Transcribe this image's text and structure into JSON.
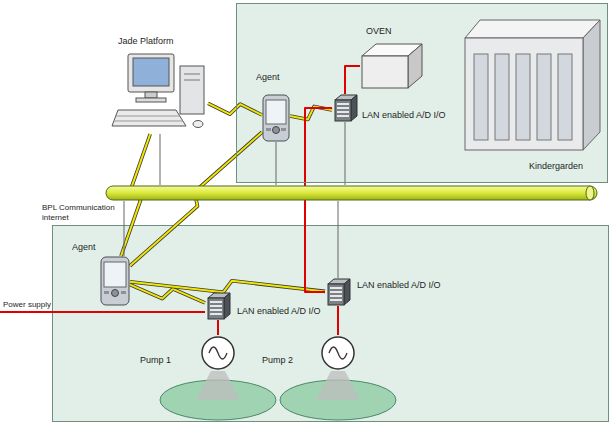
{
  "diagram": {
    "nodes": [
      {
        "text": [
          "Kindergarden"
        ]
      },
      {
        "text": [
          "OVEN"
        ],
        "in": 0
      },
      {
        "text": [
          "Agent"
        ],
        "in": 0
      },
      {
        "text": [
          "LAN enabled A/D I/O"
        ],
        "in": 0
      },
      {
        "text": [
          "Jade Platform"
        ]
      },
      {
        "text": [
          "BPL Communication internet"
        ]
      },
      {
        "text": [
          "Agent"
        ]
      },
      {
        "text": [
          "LAN enabled A/D I/O"
        ]
      },
      {
        "text": [
          "LAN enabled A/D I/O"
        ]
      },
      {
        "text": [
          "Pump 1"
        ]
      },
      {
        "text": [
          "Pump 2"
        ]
      }
    ],
    "edges": [
      {
        "from": 4,
        "to": 2,
        "arrow": "none"
      },
      {
        "from": 4,
        "to": 6,
        "arrow": "none"
      },
      {
        "from": 2,
        "to": 6,
        "arrow": "none"
      },
      {
        "from": 2,
        "to": 3,
        "arrow": "none"
      },
      {
        "from": 6,
        "to": 7,
        "arrow": "none"
      },
      {
        "from": 6,
        "to": 8,
        "arrow": "none"
      },
      {
        "from": 4,
        "to": 5,
        "arrow": "none"
      },
      {
        "from": 2,
        "to": 5,
        "arrow": "none"
      },
      {
        "from": 3,
        "to": 5,
        "arrow": "none"
      },
      {
        "from": 6,
        "to": 5,
        "arrow": "none"
      },
      {
        "from": 8,
        "to": 5,
        "arrow": "none"
      },
      {
        "from": 3,
        "to": 1,
        "arrow": "none"
      },
      {
        "from": 3,
        "to": 8,
        "arrow": "none"
      },
      {
        "from": 7,
        "to": 9,
        "arrow": "none"
      },
      {
        "from": 8,
        "to": 10,
        "arrow": "none"
      }
    ],
    "labels": [
      "Power supply"
    ]
  }
}
